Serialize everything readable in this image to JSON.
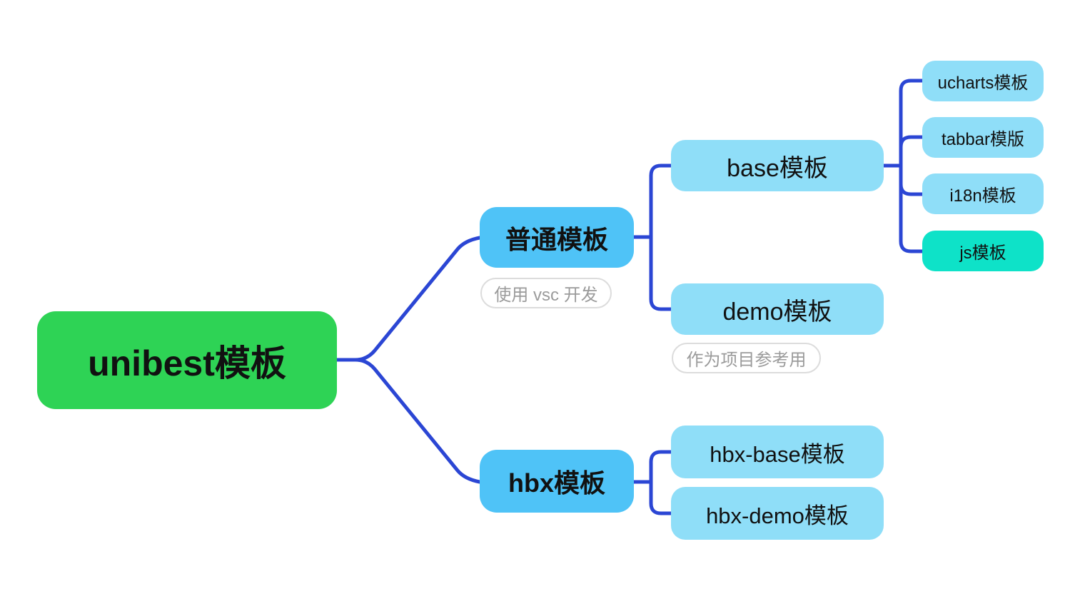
{
  "root": {
    "label": "unibest模板"
  },
  "branches": [
    {
      "label": "普通模板",
      "note": "使用 vsc 开发",
      "children": [
        {
          "label": "base模板",
          "children": [
            {
              "label": "ucharts模板"
            },
            {
              "label": "tabbar模版"
            },
            {
              "label": "i18n模板"
            },
            {
              "label": "js模板",
              "highlight": true
            }
          ]
        },
        {
          "label": "demo模板",
          "note": "作为项目参考用"
        }
      ]
    },
    {
      "label": "hbx模板",
      "children": [
        {
          "label": "hbx-base模板"
        },
        {
          "label": "hbx-demo模板"
        }
      ]
    }
  ],
  "colors": {
    "root_bg": "#2ED355",
    "primary_bg": "#4FC3F7",
    "secondary_bg": "#8FDEF8",
    "highlight_bg": "#0EE2C8",
    "connector": "#2B46D4",
    "note_border": "#DCDCDC",
    "note_text": "#9B9B9B",
    "node_text": "#111111"
  }
}
